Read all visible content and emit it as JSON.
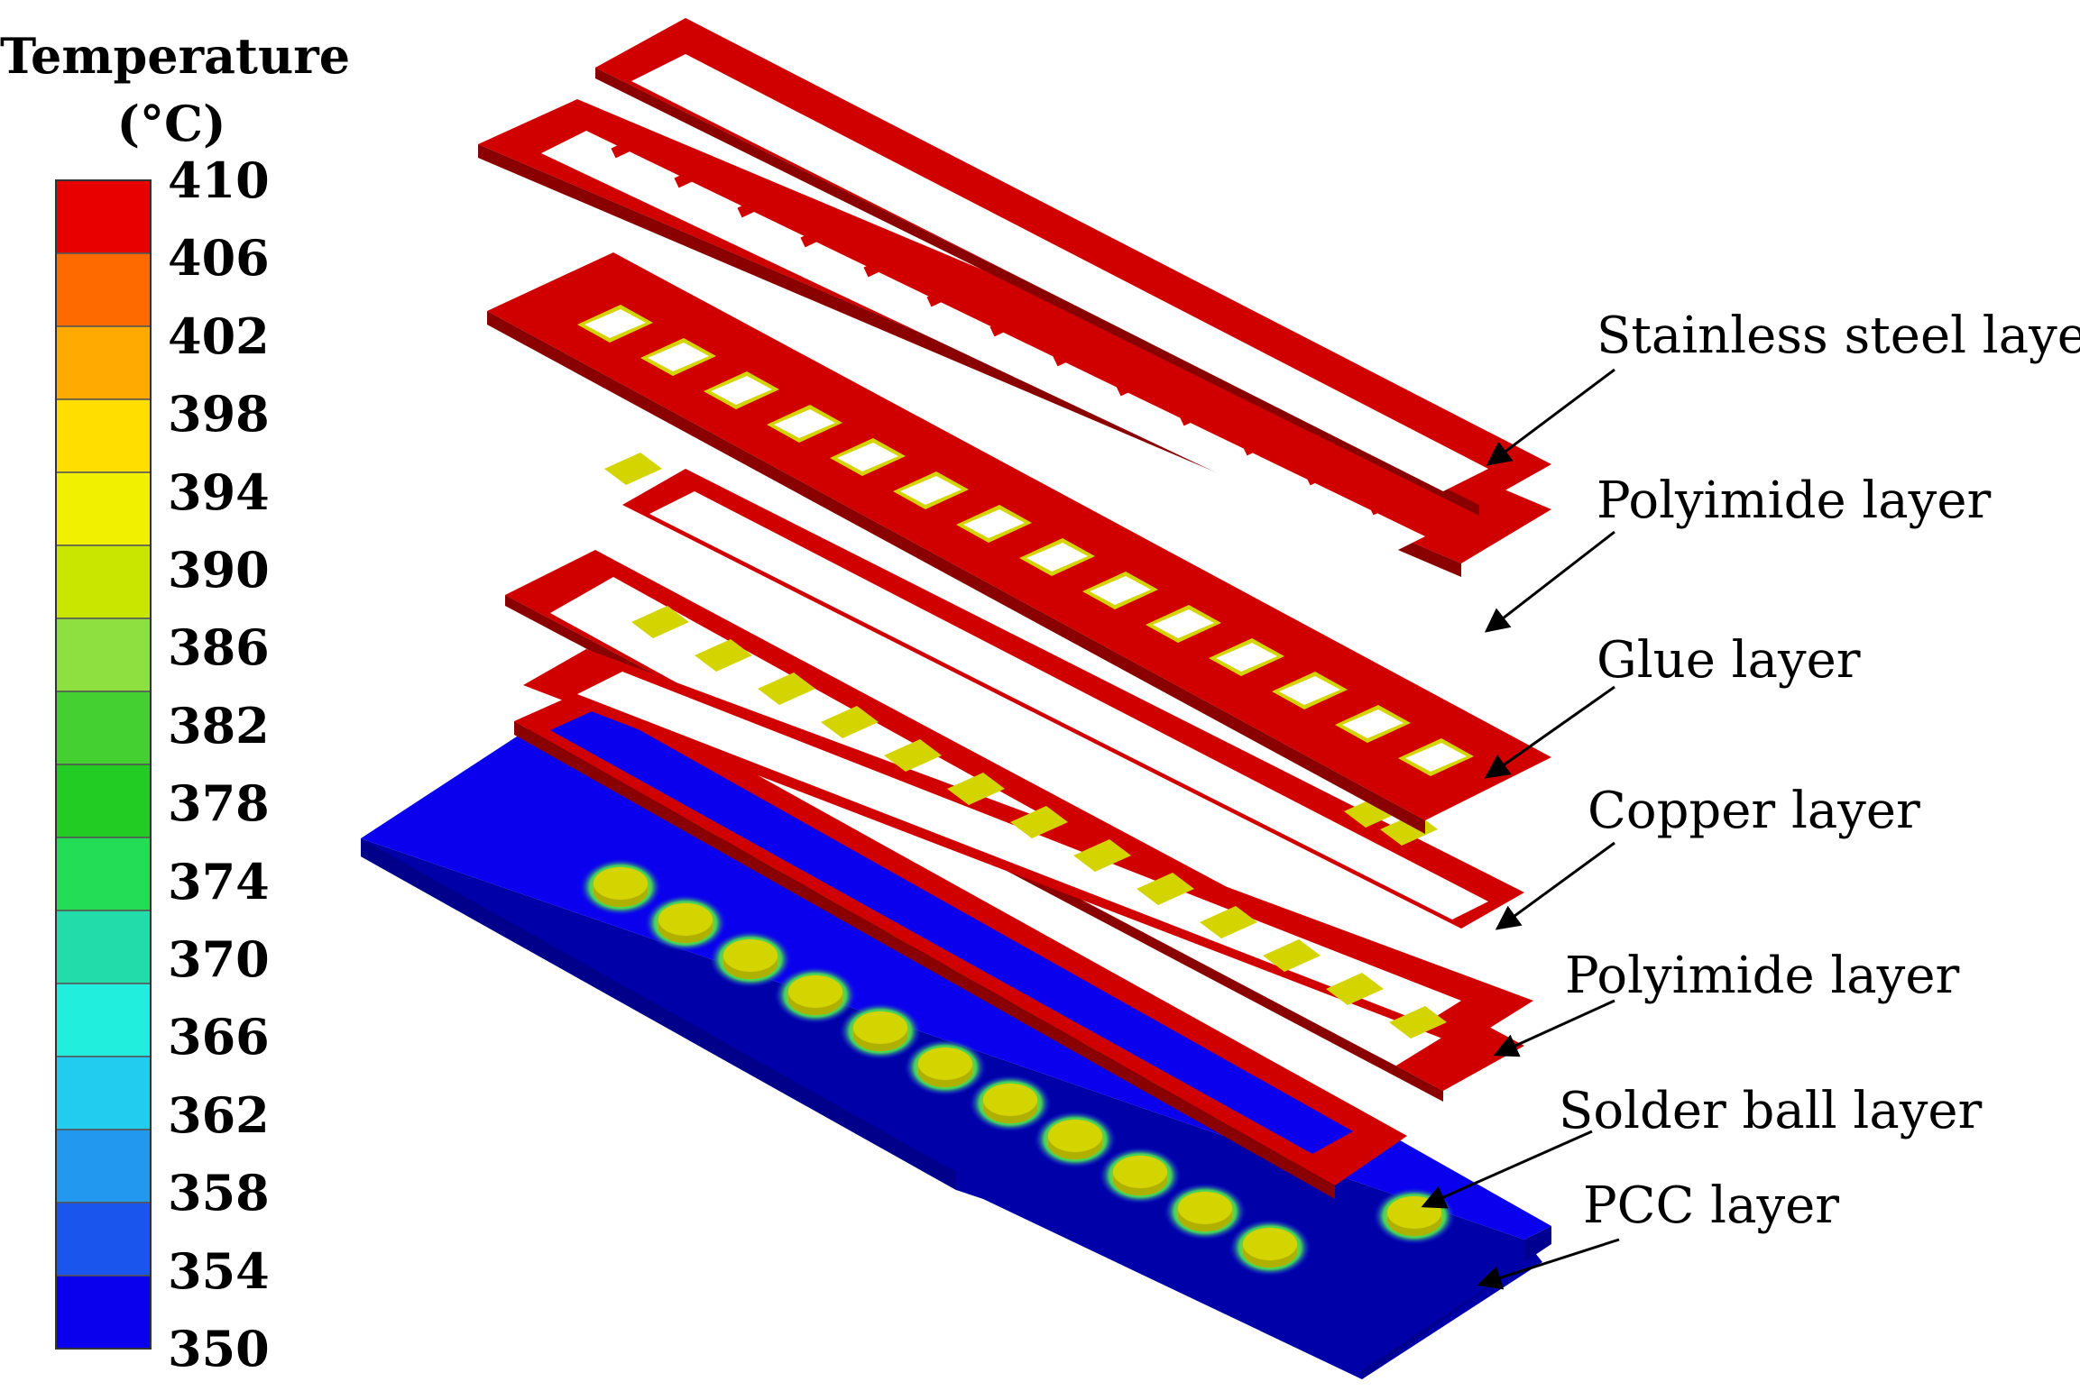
{
  "legend": {
    "title": "Temperature",
    "unit": "(°C)",
    "ticks": [
      "410",
      "406",
      "402",
      "398",
      "394",
      "390",
      "386",
      "382",
      "378",
      "374",
      "370",
      "366",
      "362",
      "358",
      "354",
      "350"
    ],
    "colors": [
      "#e80000",
      "#ff6a00",
      "#ffaa00",
      "#ffde00",
      "#f0f000",
      "#c8e600",
      "#8ee040",
      "#44d030",
      "#22cc22",
      "#22dd55",
      "#22ddaa",
      "#22eedd",
      "#22ccee",
      "#2299ee",
      "#1a55ee",
      "#0a00ee"
    ]
  },
  "labels": [
    {
      "key": "stainless",
      "text": "Stainless steel layer"
    },
    {
      "key": "polyimide_top",
      "text": "Polyimide layer"
    },
    {
      "key": "glue",
      "text": "Glue layer"
    },
    {
      "key": "copper",
      "text": "Copper layer"
    },
    {
      "key": "polyimide_bottom",
      "text": "Polyimide layer"
    },
    {
      "key": "solder",
      "text": "Solder ball layer"
    },
    {
      "key": "pcc",
      "text": "PCC layer"
    }
  ],
  "colors": {
    "hot_red": "#d00000",
    "pad_yellow": "#d4d400",
    "pad_olive": "#b0b000",
    "pcc_blue": "#0a00ee",
    "pcc_side": "#0000b0",
    "arrow": "#000000"
  }
}
